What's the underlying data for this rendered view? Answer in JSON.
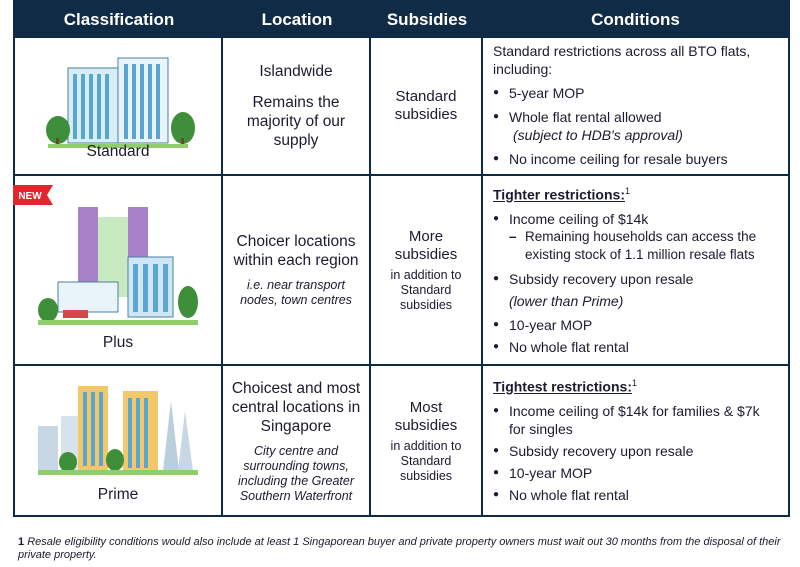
{
  "headers": {
    "classification": "Classification",
    "location": "Location",
    "subsidies": "Subsidies",
    "conditions": "Conditions"
  },
  "badge": "NEW",
  "rows": [
    {
      "classification": "Standard",
      "location_main": "Islandwide",
      "location_main2": "Remains the majority of our supply",
      "subsidies_main": "Standard subsidies",
      "conditions": {
        "intro": "Standard restrictions across all BTO flats, including:",
        "items": [
          "5-year MOP",
          "Whole flat rental allowed",
          "No income ceiling for resale buyers"
        ],
        "note": "(subject to HDB's approval)"
      }
    },
    {
      "classification": "Plus",
      "location_main": "Choicer locations within each region",
      "location_sub": "i.e. near transport nodes, town centres",
      "subsidies_main": "More subsidies",
      "subsidies_sub": "in addition to Standard subsidies",
      "conditions": {
        "title": "Tighter restrictions:",
        "sup": "1",
        "items": [
          "Income ceiling of $14k",
          "Subsidy recovery upon resale",
          "10-year MOP",
          "No whole flat rental"
        ],
        "sub_item": "Remaining households can access the existing stock of 1.1 million resale flats",
        "note": "(lower than Prime)"
      }
    },
    {
      "classification": "Prime",
      "location_main": "Choicest and most central locations in Singapore",
      "location_sub": "City centre and surrounding towns, including the Greater Southern Waterfront",
      "subsidies_main": "Most subsidies",
      "subsidies_sub": "in addition to Standard subsidies",
      "conditions": {
        "title": "Tightest restrictions:",
        "sup": "1",
        "items": [
          "Income ceiling of $14k for families & $7k for singles",
          "Subsidy recovery upon resale",
          "10-year MOP",
          "No whole flat rental"
        ]
      }
    }
  ],
  "footnote": {
    "num": "1",
    "text": "Resale eligibility conditions would also include at least 1 Singaporean buyer and private property owners must wait out 30 months from the disposal of their private property."
  },
  "colors": {
    "navy": "#0f2b45",
    "badge_red": "#e3262e"
  }
}
